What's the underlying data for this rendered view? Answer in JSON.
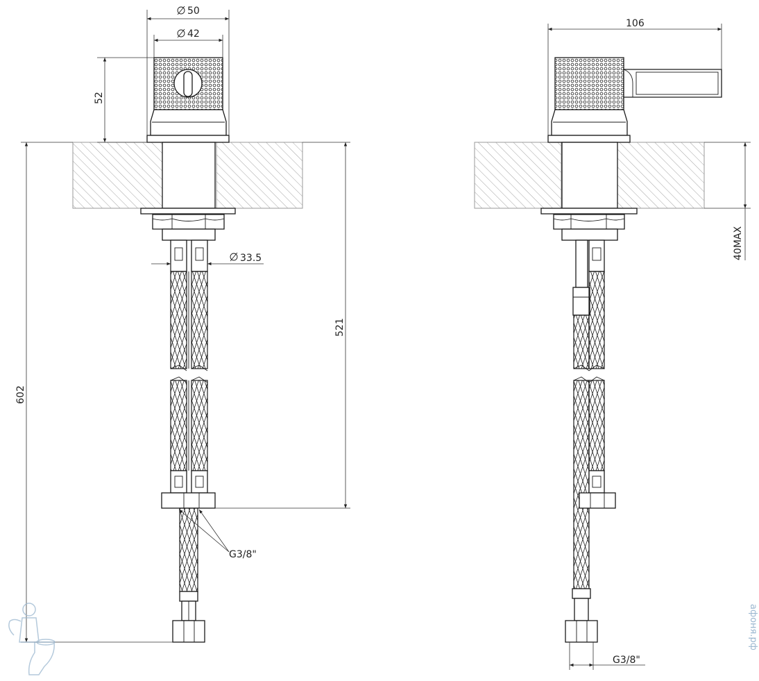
{
  "front_view": {
    "dim_outer_diameter": "50",
    "dim_inner_diameter": "42",
    "dim_head_height": "52",
    "dim_total_height": "602",
    "dim_below_deck": "521",
    "dim_shank_diameter": "33.5",
    "thread_label": "G3/8\""
  },
  "side_view": {
    "dim_width": "106",
    "dim_max_deck": "40MAX",
    "thread_label": "G3/8\""
  },
  "watermark": {
    "text": "афоня.рф"
  },
  "colors": {
    "line": "#1a1a1a",
    "hatch": "#9a9a9a",
    "watermark": "#9bb7d0"
  }
}
